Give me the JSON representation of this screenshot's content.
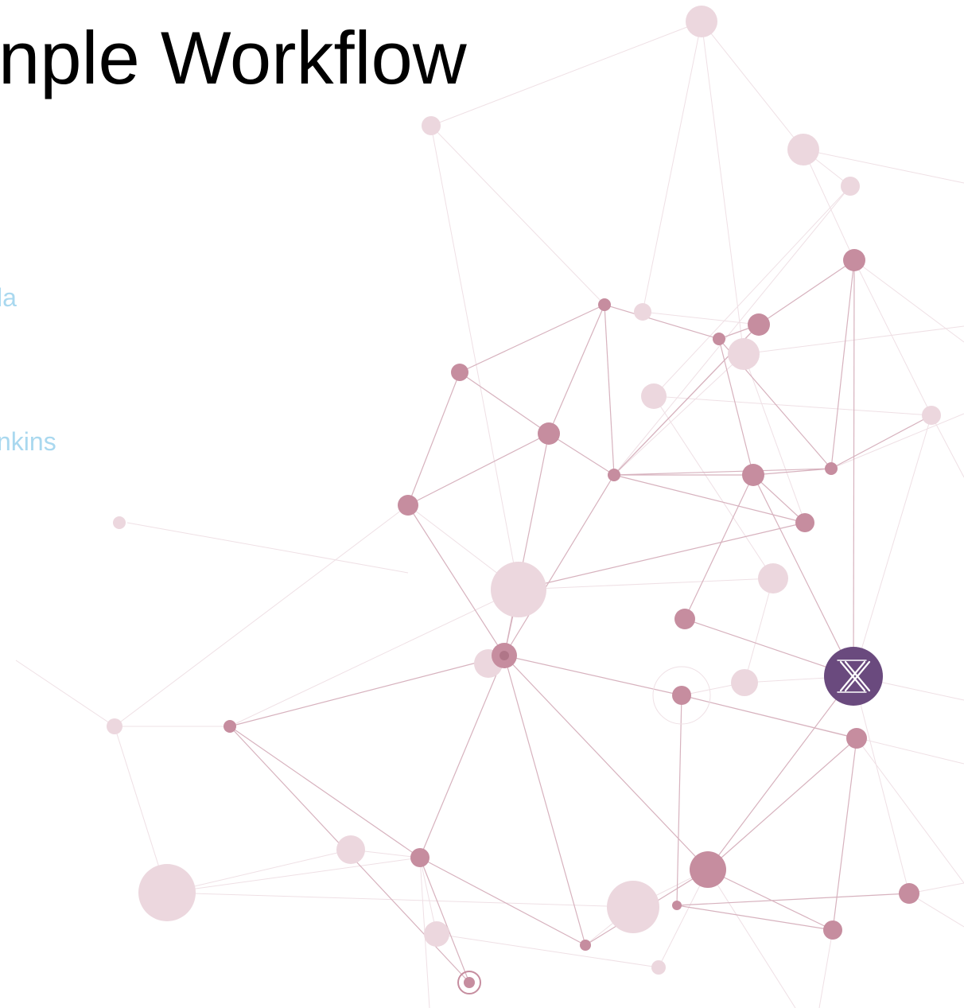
{
  "slide": {
    "title": "nple Workflow",
    "side_labels": [
      "la",
      "nkins"
    ]
  },
  "colors": {
    "background": "#ffffff",
    "title": "#000000",
    "side_label": "#a9d8ef",
    "node": "#c68d9f",
    "node_faded": "#ecd7de",
    "edge": "#d7b2be",
    "edge_faded": "#efe0e5",
    "logo_node": "#6a4a7e"
  },
  "icons": {
    "hub_logo": "x-logo-icon",
    "ring_node": "target-icon"
  }
}
